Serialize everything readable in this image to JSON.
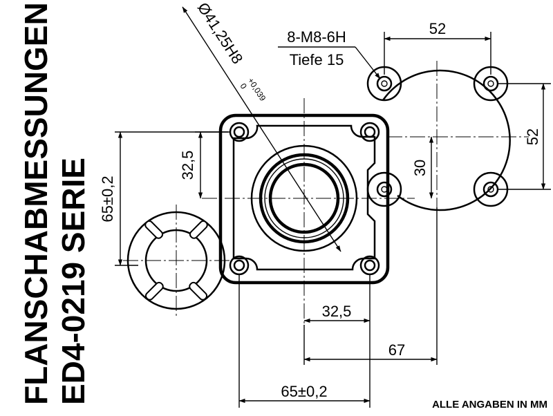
{
  "title": {
    "line1": "FLANSCHABMESSUNGEN",
    "line2": "ED4-0219 SERIE"
  },
  "dimensions": {
    "bore": "Ø41,25H8",
    "bore_tol_upper": "+0,039",
    "bore_tol_lower": "0",
    "thread_line1": "8-M8-6H",
    "thread_line2": "Tiefe 15",
    "top_width": "52",
    "right_height": "52",
    "right_offset": "30",
    "left_half": "32,5",
    "left_total": "65±0,2",
    "bottom_half": "32,5",
    "bottom_offset": "67",
    "bottom_total": "65±0,2"
  },
  "footer_note": "ALLE ANGABEN IN MM"
}
